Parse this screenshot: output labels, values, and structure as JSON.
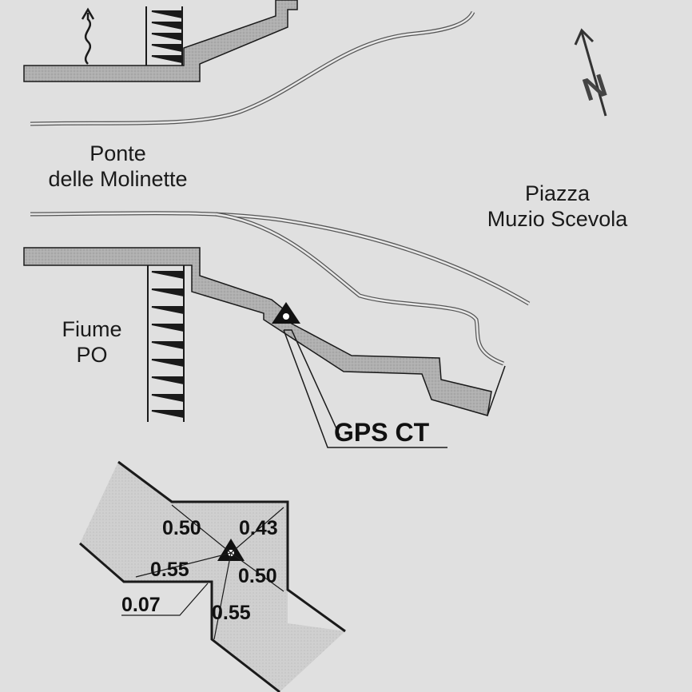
{
  "labels": {
    "bridge_line1": "Ponte",
    "bridge_line2": "delle Molinette",
    "square_line1": "Piazza",
    "square_line2": "Muzio Scevola",
    "river_line1": "Fiume",
    "river_line2": "PO",
    "station": "GPS CT",
    "north": "N"
  },
  "inset_measurements": [
    "0.50",
    "0.43",
    "0.55",
    "0.50",
    "0.07",
    "0.55"
  ],
  "colors": {
    "background": "#e0e0e0",
    "wall_fill": "#ababab",
    "line": "#1a1a1a"
  },
  "icons": {
    "station_marker": "triangle-with-dot",
    "north_arrow": "north-arrow-icon",
    "water_flow": "wavy-arrow-icon"
  }
}
